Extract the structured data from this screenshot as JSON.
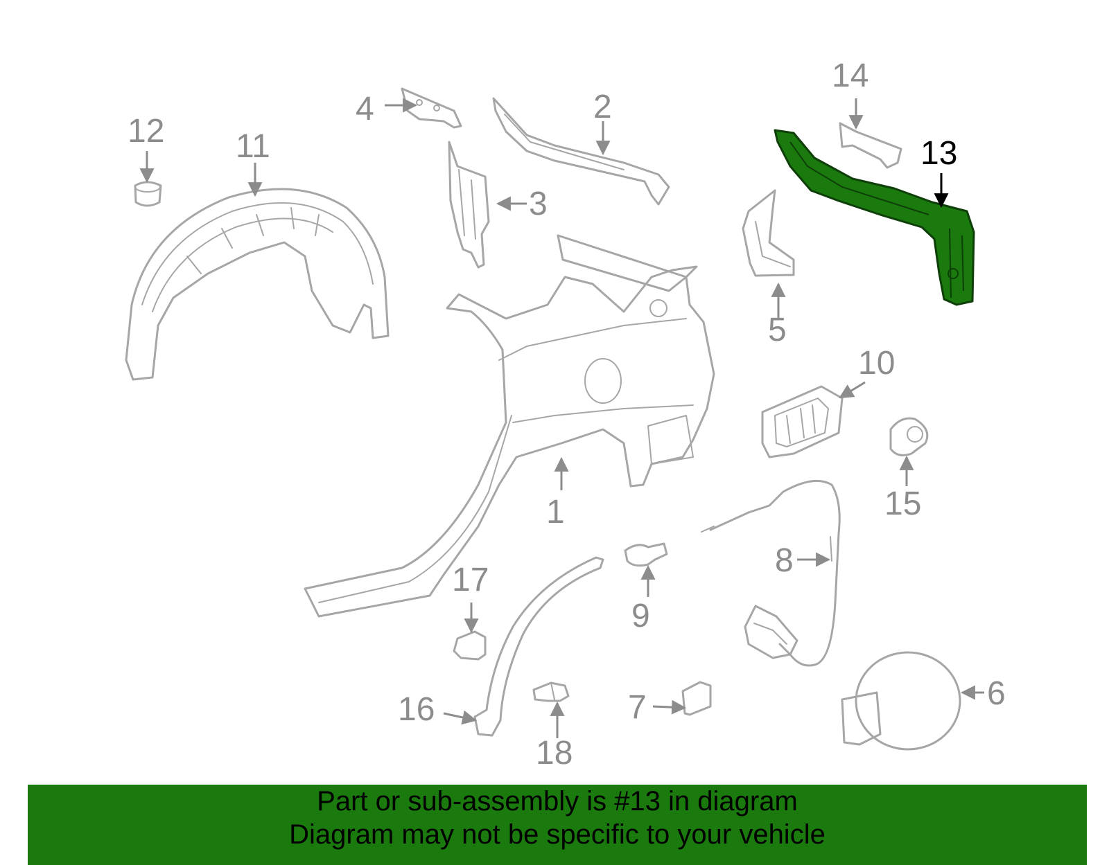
{
  "diagram": {
    "highlight_color": "#1a7a0e",
    "callouts": [
      {
        "id": "1",
        "label": "1"
      },
      {
        "id": "2",
        "label": "2"
      },
      {
        "id": "3",
        "label": "3"
      },
      {
        "id": "4",
        "label": "4"
      },
      {
        "id": "5",
        "label": "5"
      },
      {
        "id": "6",
        "label": "6"
      },
      {
        "id": "7",
        "label": "7"
      },
      {
        "id": "8",
        "label": "8"
      },
      {
        "id": "9",
        "label": "9"
      },
      {
        "id": "10",
        "label": "10"
      },
      {
        "id": "11",
        "label": "11"
      },
      {
        "id": "12",
        "label": "12"
      },
      {
        "id": "13",
        "label": "13",
        "highlighted": true
      },
      {
        "id": "14",
        "label": "14"
      },
      {
        "id": "15",
        "label": "15"
      },
      {
        "id": "16",
        "label": "16"
      },
      {
        "id": "17",
        "label": "17"
      },
      {
        "id": "18",
        "label": "18"
      }
    ]
  },
  "banner": {
    "line1": "Part or sub-assembly is #13 in diagram",
    "line2": "Diagram may not be specific to your vehicle",
    "background": "#1a7a0e"
  }
}
